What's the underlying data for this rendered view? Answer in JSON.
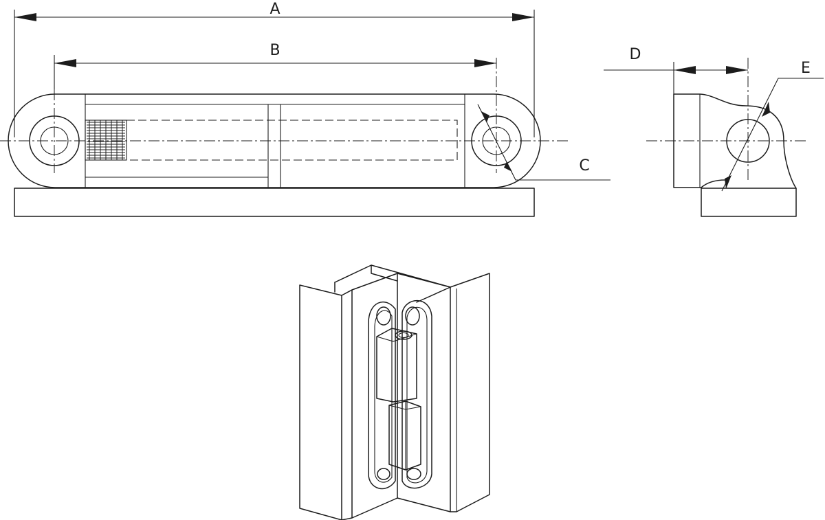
{
  "labels": {
    "a": "A",
    "b": "B",
    "c": "C",
    "d": "D",
    "e": "E"
  },
  "colors": {
    "line": "#1c1c1c",
    "background": "#ffffff"
  }
}
